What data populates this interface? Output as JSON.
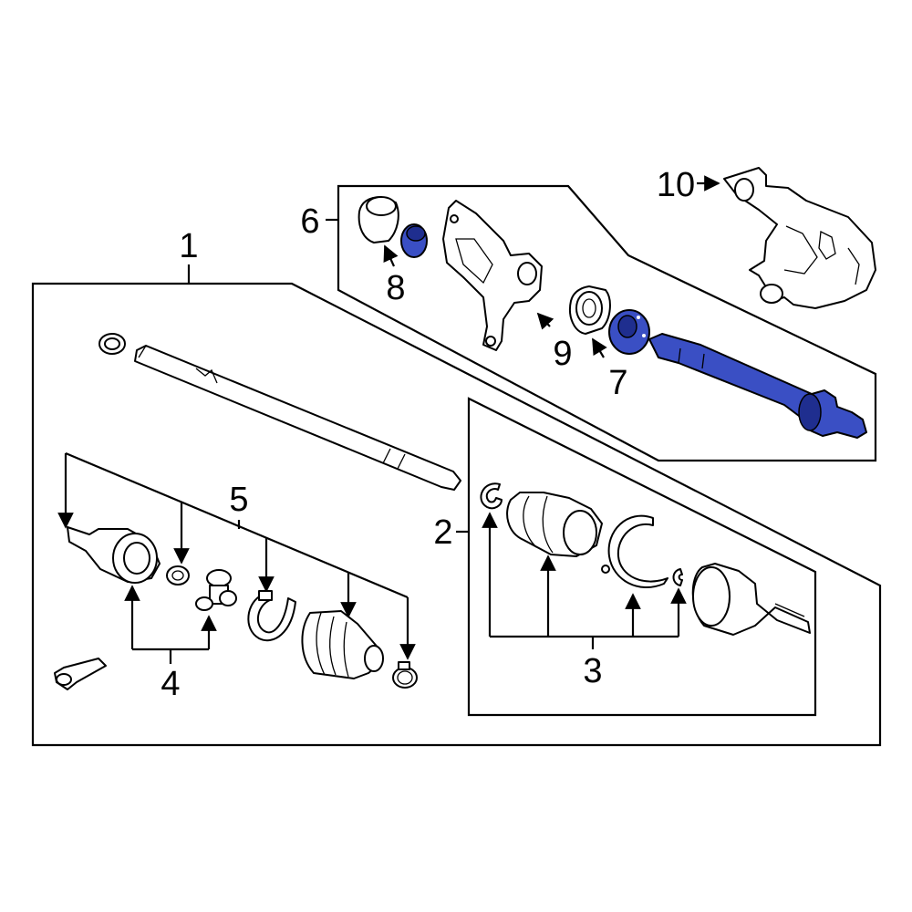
{
  "callouts": {
    "c1": "1",
    "c2": "2",
    "c3": "3",
    "c4": "4",
    "c5": "5",
    "c6": "6",
    "c7": "7",
    "c8": "8",
    "c9": "9",
    "c10": "10"
  },
  "colors": {
    "highlight": "#3a4fc4",
    "highlight_dark": "#1f2e8f",
    "line": "#000000",
    "background": "#ffffff"
  },
  "highlighted_parts": [
    "c7",
    "c8",
    "c6-shaft"
  ]
}
